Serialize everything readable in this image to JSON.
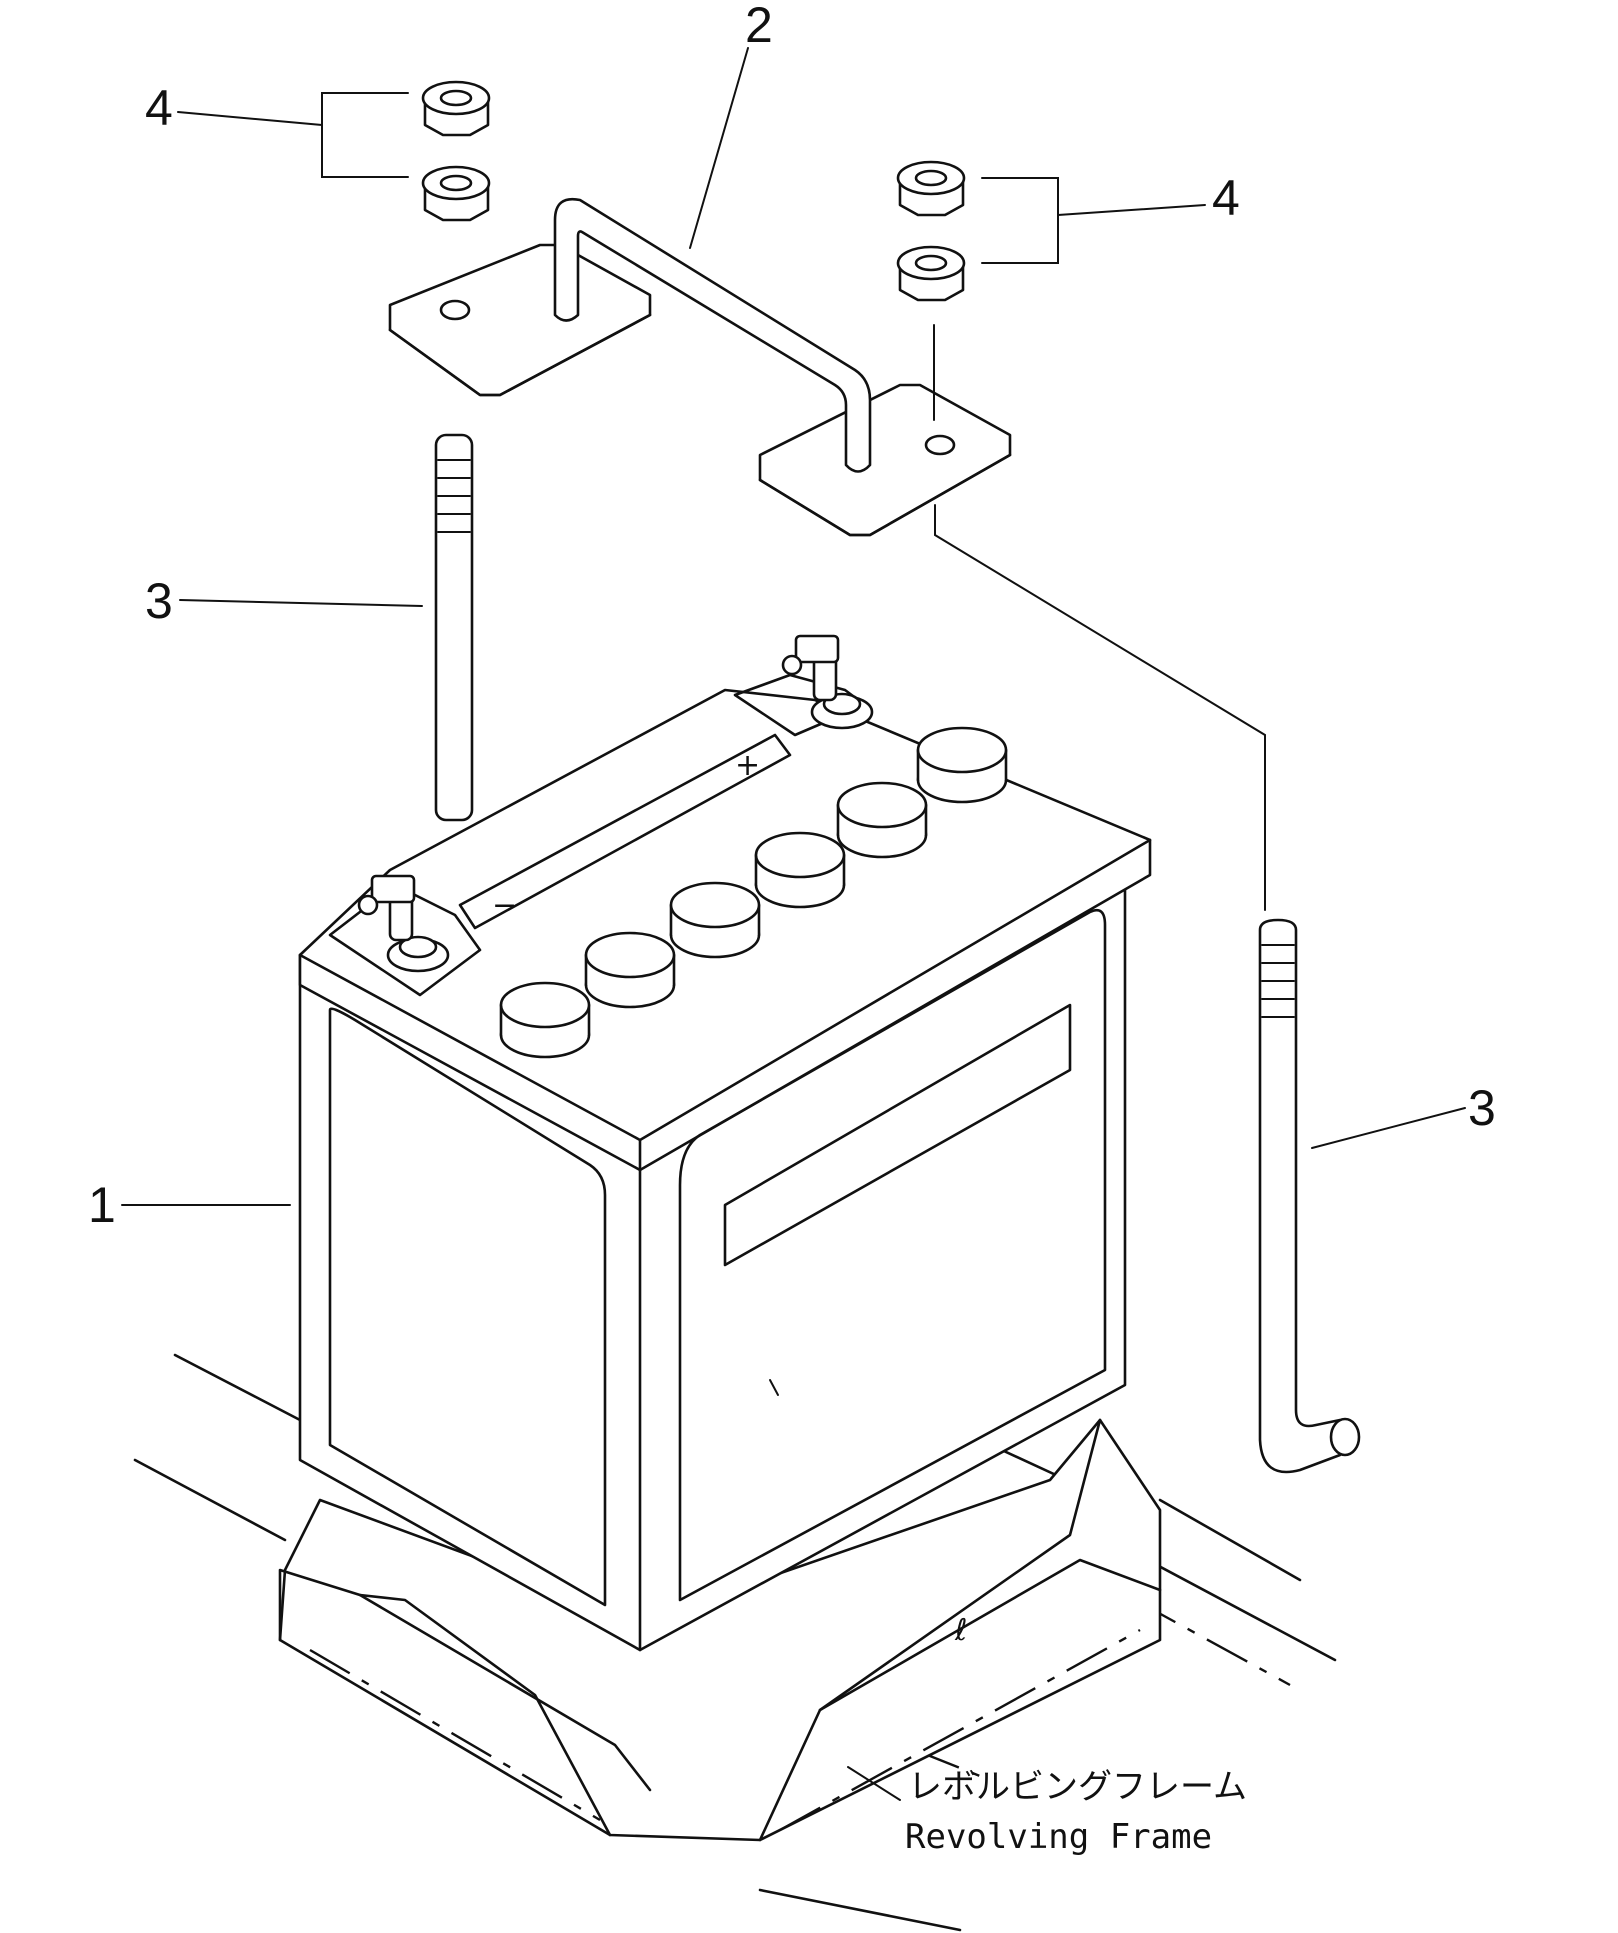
{
  "callouts": {
    "battery": "1",
    "bracket": "2",
    "bolt_left": "3",
    "bolt_right": "3",
    "nuts_left": "4",
    "nuts_right": "4"
  },
  "battery_marks": {
    "positive": "+",
    "negative": "−"
  },
  "frame_mark": "ℓ",
  "frame_label": {
    "japanese": "レボルビングフレーム",
    "english": "Revolving Frame"
  }
}
